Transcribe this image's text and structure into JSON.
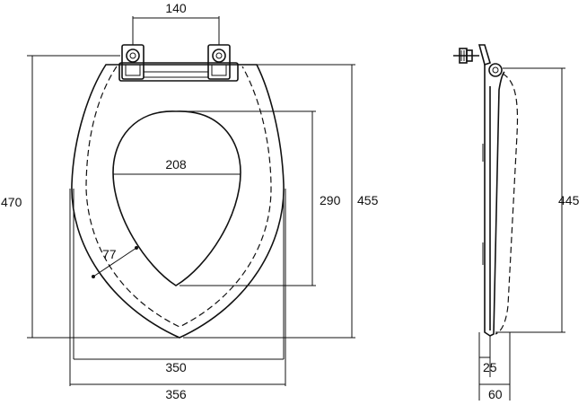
{
  "dimensions": {
    "hinge_spacing": "140",
    "overall_length": "470",
    "seat_length": "455",
    "opening_length": "290",
    "opening_width": "208",
    "rim_width": "77",
    "inner_width": "350",
    "overall_width": "356",
    "side_length": "445",
    "side_thickness_seat": "25",
    "side_thickness_total": "60"
  }
}
